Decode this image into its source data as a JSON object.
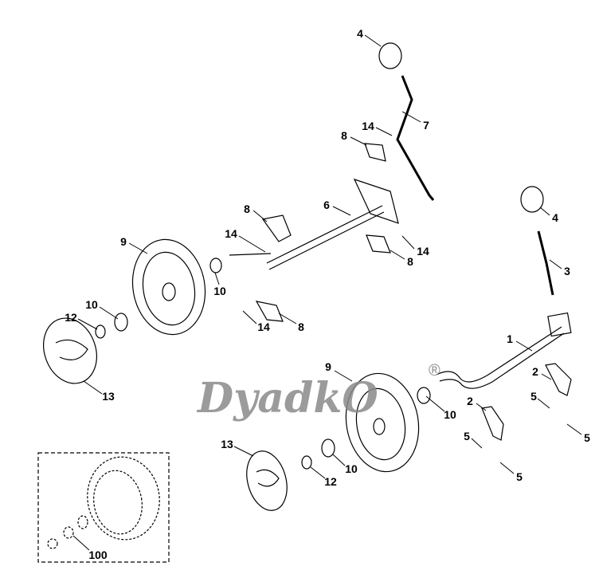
{
  "diagram": {
    "watermark": "DyadkO",
    "registered_mark": "®",
    "callouts": [
      {
        "id": "c4a",
        "text": "4"
      },
      {
        "id": "c7",
        "text": "7"
      },
      {
        "id": "c14a",
        "text": "14"
      },
      {
        "id": "c8a",
        "text": "8"
      },
      {
        "id": "c6",
        "text": "6"
      },
      {
        "id": "c8b",
        "text": "8"
      },
      {
        "id": "c14b",
        "text": "14"
      },
      {
        "id": "c9a",
        "text": "9"
      },
      {
        "id": "c10a",
        "text": "10"
      },
      {
        "id": "c10b",
        "text": "10"
      },
      {
        "id": "c12a",
        "text": "12"
      },
      {
        "id": "c13a",
        "text": "13"
      },
      {
        "id": "c14c",
        "text": "14"
      },
      {
        "id": "c8c",
        "text": "8"
      },
      {
        "id": "c8d",
        "text": "8"
      },
      {
        "id": "c14d",
        "text": "14"
      },
      {
        "id": "c4b",
        "text": "4"
      },
      {
        "id": "c3",
        "text": "3"
      },
      {
        "id": "c1",
        "text": "1"
      },
      {
        "id": "c2a",
        "text": "2"
      },
      {
        "id": "c2b",
        "text": "2"
      },
      {
        "id": "c5a",
        "text": "5"
      },
      {
        "id": "c5b",
        "text": "5"
      },
      {
        "id": "c5c",
        "text": "5"
      },
      {
        "id": "c5d",
        "text": "5"
      },
      {
        "id": "c9b",
        "text": "9"
      },
      {
        "id": "c10c",
        "text": "10"
      },
      {
        "id": "c13b",
        "text": "13"
      },
      {
        "id": "c12b",
        "text": "12"
      },
      {
        "id": "c10d",
        "text": "10"
      },
      {
        "id": "c100",
        "text": "100"
      }
    ]
  }
}
